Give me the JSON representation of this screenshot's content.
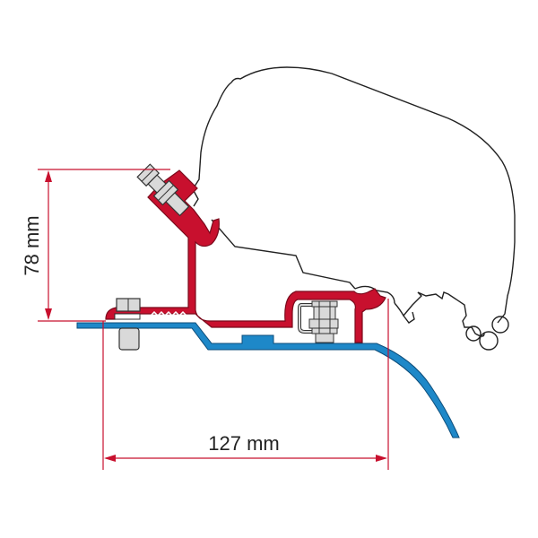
{
  "diagram": {
    "title": "Awning adapter bracket mounting cross-section",
    "dimensions": {
      "height": {
        "label": "78 mm",
        "value": 78,
        "unit": "mm",
        "orientation": "vertical"
      },
      "width": {
        "label": "127 mm",
        "value": 127,
        "unit": "mm",
        "orientation": "horizontal"
      }
    },
    "components": [
      {
        "id": "awning-housing",
        "label": "Awning housing profile",
        "color": "#ffffff",
        "stroke": "#222222"
      },
      {
        "id": "adapter-bracket",
        "label": "Adapter bracket",
        "color": "#c8102e"
      },
      {
        "id": "vehicle-roof",
        "label": "Vehicle roof rail",
        "color": "#1e88c8"
      },
      {
        "id": "bolts",
        "label": "Bolts and nuts",
        "color": "#d9d9d9"
      }
    ],
    "colors": {
      "dimension_line": "#c8102e",
      "bracket": "#c8102e",
      "bracket_outline": "#7a0a1c",
      "roof": "#1e88c8",
      "roof_outline": "#0d4d7a",
      "bolt": "#d9d9d9",
      "bolt_outline": "#333333",
      "text": "#222222"
    }
  }
}
